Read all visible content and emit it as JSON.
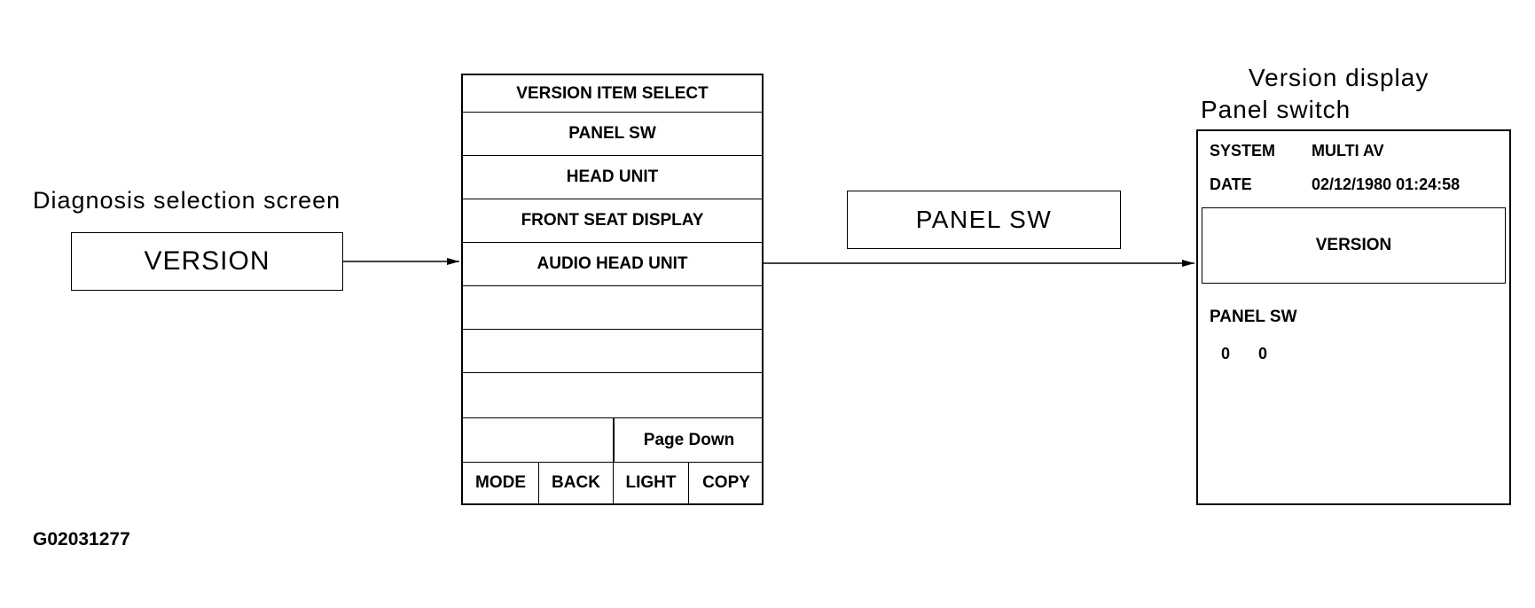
{
  "captions": {
    "diagnosis": "Diagnosis selection screen",
    "version_display": "Version display",
    "panel_switch": "Panel switch"
  },
  "version_box": {
    "label": "VERSION"
  },
  "panel_sw_box": {
    "label": "PANEL SW"
  },
  "menu": {
    "title": "VERSION  ITEM SELECT",
    "items": [
      "PANEL SW",
      "HEAD UNIT",
      "FRONT SEAT DISPLAY",
      "AUDIO HEAD UNIT",
      "",
      "",
      ""
    ],
    "page_down": "Page Down",
    "buttons": [
      "MODE",
      "BACK",
      "LIGHT",
      "COPY"
    ]
  },
  "version_screen": {
    "system_label": "SYSTEM",
    "system_value": "MULTI AV",
    "date_label": "DATE",
    "date_value": "02/12/1980 01:24:58",
    "header": "VERSION",
    "item_label": "PANEL SW",
    "values": [
      "0",
      "0"
    ]
  },
  "figure_id": "G02031277"
}
